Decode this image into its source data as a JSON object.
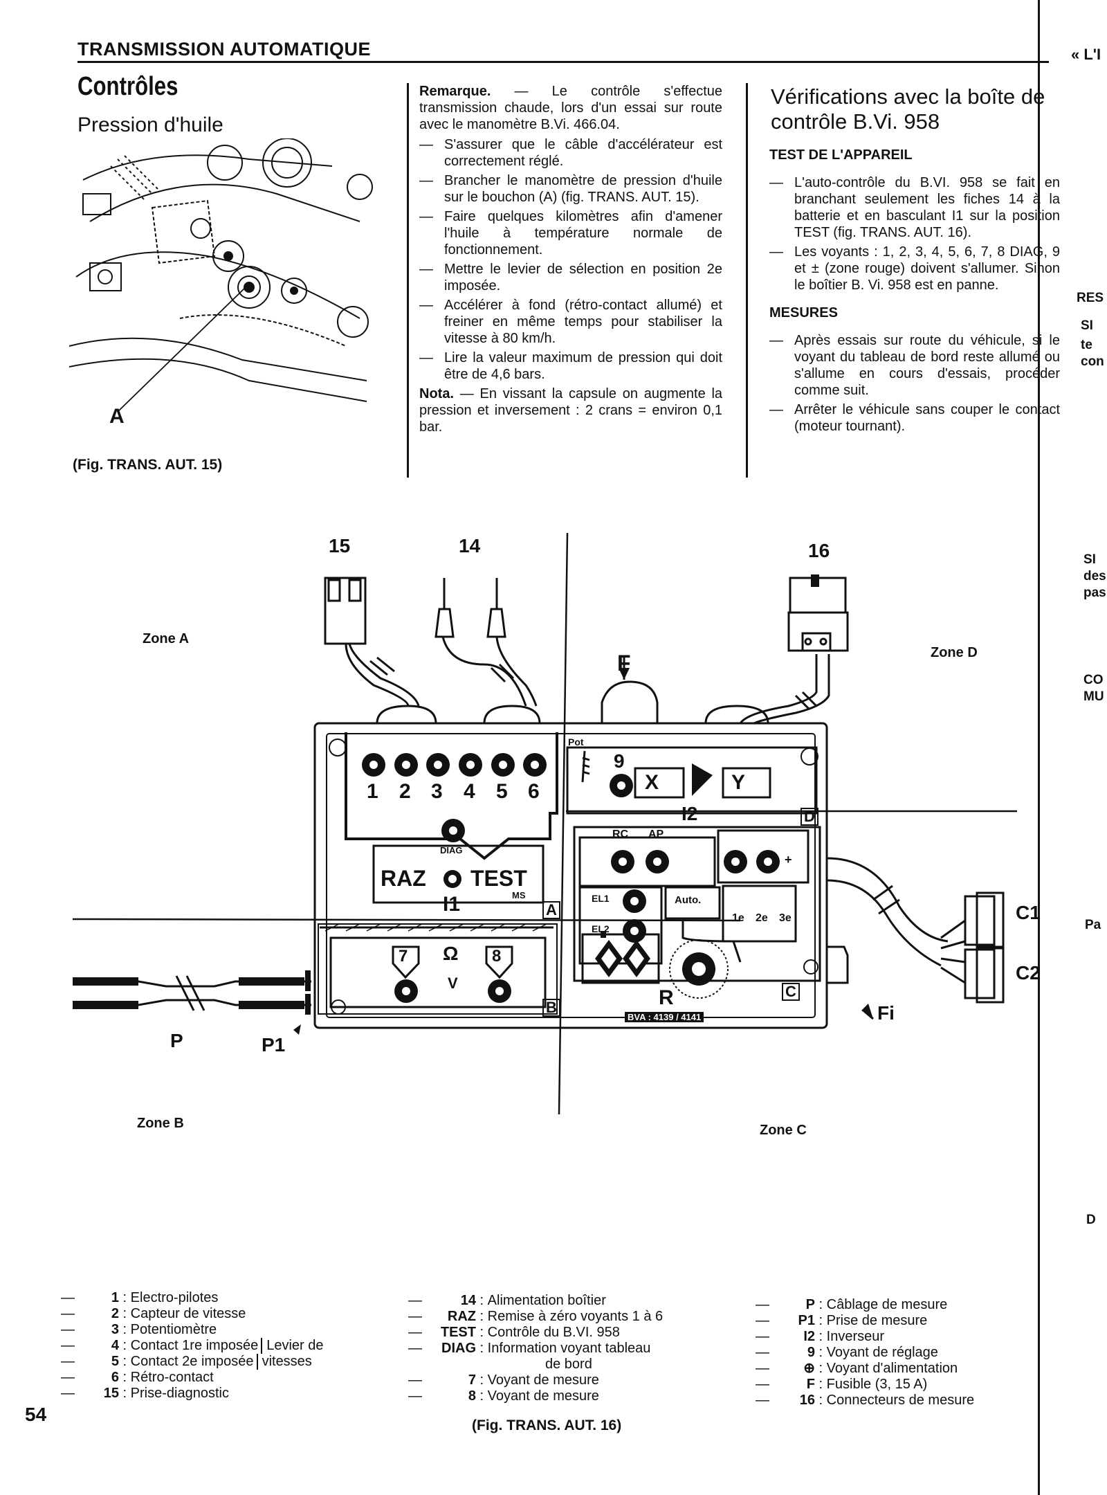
{
  "header": {
    "section": "TRANSMISSION AUTOMATIQUE",
    "page_number": "54"
  },
  "left": {
    "title": "Contrôles",
    "subtitle": "Pression d'huile",
    "fig_label": "A",
    "fig_caption": "(Fig. TRANS. AUT. 15)"
  },
  "middle": {
    "remarque_label": "Remarque.",
    "remarque_text": "— Le contrôle s'effectue transmission chaude, lors d'un essai sur route avec le manomètre B.Vi. 466.04.",
    "items": [
      "S'assurer que le câble d'accélérateur est correctement réglé.",
      "Brancher le manomètre de pression d'huile sur le bouchon (A) (fig. TRANS. AUT. 15).",
      "Faire quelques kilomètres afin d'amener l'huile à température normale de fonctionnement.",
      "Mettre le levier de sélection en position 2e imposée.",
      "Accélérer à fond (rétro-contact allumé) et freiner en même temps pour stabiliser la vitesse à 80 km/h.",
      "Lire la valeur maximum de pression qui doit être de 4,6 bars."
    ],
    "nota_label": "Nota.",
    "nota_text": "— En vissant la capsule on augmente la pression et inversement : 2 crans = environ 0,1 bar."
  },
  "right": {
    "title": "Vérifications avec la boîte de contrôle B.Vi. 958",
    "test_heading": "TEST DE L'APPAREIL",
    "test_items": [
      "L'auto-contrôle du B.VI. 958 se fait en branchant seulement les fiches 14 à la batterie et en basculant I1 sur la position TEST (fig. TRANS. AUT. 16).",
      "Les voyants : 1, 2, 3, 4, 5, 6, 7, 8 DIAG, 9 et ± (zone rouge) doivent s'allumer. Sinon le boîtier B. Vi. 958 est en panne."
    ],
    "mesures_heading": "MESURES",
    "mesures_items": [
      "Après essais sur route du véhicule, si le voyant du tableau de bord reste allumé ou s'allume en cours d'essais, procéder comme suit.",
      "Arrêter le véhicule sans couper le contact (moteur tournant)."
    ]
  },
  "right_edge_clip": [
    "« L'I",
    "RES",
    "SI",
    "te",
    "con",
    "SI",
    "des",
    "pas",
    "CO",
    "MU",
    "Pa",
    "D"
  ],
  "diagram": {
    "connector_labels": [
      "15",
      "14",
      "16"
    ],
    "zones": [
      "Zone A",
      "Zone D",
      "Zone B",
      "Zone C"
    ],
    "pointers": [
      "F",
      "P",
      "P1",
      "Fi"
    ],
    "lamps_top": [
      "1",
      "2",
      "3",
      "4",
      "5",
      "6"
    ],
    "diag": "DIAG",
    "raz": "RAZ",
    "test": "TEST",
    "ms": "MS",
    "i1": "I1",
    "pot": "Pot",
    "nine": "9",
    "x": "X",
    "y": "Y",
    "i2": "I2",
    "box_letters": [
      "A",
      "B",
      "C",
      "D"
    ],
    "rc": "RC",
    "ap": "AP",
    "plus": "+",
    "el1": "EL1",
    "el2": "EL2",
    "auto": "Auto.",
    "gears": [
      "1e",
      "2e",
      "3e"
    ],
    "seven": "7",
    "eight": "8",
    "omega": "Ω",
    "v": "V",
    "r": "R",
    "bva": "BVA : 4139 / 4141",
    "c1": "C1",
    "c2": "C2"
  },
  "legend": {
    "col1": [
      {
        "k": "1",
        "v": "Electro-pilotes"
      },
      {
        "k": "2",
        "v": "Capteur de vitesse"
      },
      {
        "k": "3",
        "v": "Potentiomètre"
      },
      {
        "k": "4",
        "v": "Contact 1re imposée"
      },
      {
        "k": "5",
        "v": "Contact 2e imposée"
      },
      {
        "k": "6",
        "v": "Rétro-contact"
      },
      {
        "k": "15",
        "v": "Prise-diagnostic"
      }
    ],
    "levier": [
      "Levier de",
      "vitesses"
    ],
    "col2": [
      {
        "k": "14",
        "v": "Alimentation boîtier"
      },
      {
        "k": "RAZ",
        "v": "Remise à zéro voyants 1 à 6"
      },
      {
        "k": "TEST",
        "v": "Contrôle du B.VI. 958"
      },
      {
        "k": "DIAG",
        "v": "Information voyant tableau"
      },
      {
        "k": "",
        "v": "de bord"
      },
      {
        "k": "7",
        "v": "Voyant de mesure"
      },
      {
        "k": "8",
        "v": "Voyant de mesure"
      }
    ],
    "col3": [
      {
        "k": "P",
        "v": "Câblage de mesure"
      },
      {
        "k": "P1",
        "v": "Prise de mesure"
      },
      {
        "k": "I2",
        "v": "Inverseur"
      },
      {
        "k": "9",
        "v": "Voyant de réglage"
      },
      {
        "k": "⊕",
        "v": "Voyant d'alimentation"
      },
      {
        "k": "F",
        "v": "Fusible (3, 15 A)"
      },
      {
        "k": "16",
        "v": "Connecteurs de mesure"
      }
    ],
    "fig_caption": "(Fig. TRANS. AUT. 16)"
  }
}
